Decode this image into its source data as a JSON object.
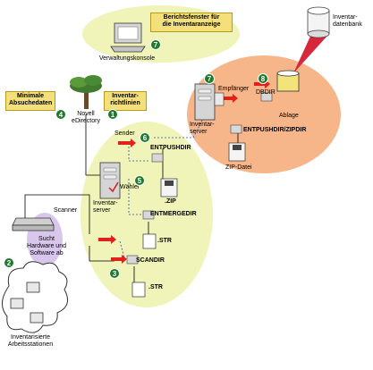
{
  "labels": {
    "berichtsfenster": "Berichtsfenster für\ndie Inventaranzeige",
    "verwaltungskonsole": "Verwaltungskonsole",
    "inventardatenbank": "Inventar-\ndatenbank",
    "minimale_absuchedaten": "Minimale\nAbsuchedaten",
    "inventarrichtlinien": "Inventar-\nrichtlinien",
    "novell_edirectory": "Novell\neDirectory",
    "empfaenger": "Empfänger",
    "dbdir": "DBDIR",
    "ablage": "Ablage",
    "inventarserver_right": "Inventar-\nserver",
    "entpushdir_zipdir": "ENTPUSHDIR/ZIPDIR",
    "zip_datei": "ZIP-Datei",
    "sender": "Sender",
    "entpushdir": "ENTPUSHDIR",
    "zip": ".ZIP",
    "waehler": "Wähler",
    "inventarserver_left": "Inventar-\nserver",
    "entmergedir": "ENTMERGEDIR",
    "str1": ".STR",
    "scanner": "Scanner",
    "sucht": "Sucht\nHardware und\nSoftware ab",
    "scandir": "SCANDIR",
    "str2": ".STR",
    "arbeitsstationen": "Inventarisierte\nArbeitsstationen"
  },
  "badges": {
    "b1": "1",
    "b2": "2",
    "b3": "3",
    "b4": "4",
    "b5": "5",
    "b6": "6",
    "b7a": "7",
    "b7b": "7",
    "b8": "8"
  },
  "colors": {
    "blob_green": "#f0f4b8",
    "blob_orange": "#f7b58a",
    "badge_green": "#1f7a2e",
    "tag_yellow": "#f4e07a",
    "arrow_red": "#e0201a",
    "db_red": "#d6283a",
    "workstation_lavender": "#d9c6ec"
  }
}
